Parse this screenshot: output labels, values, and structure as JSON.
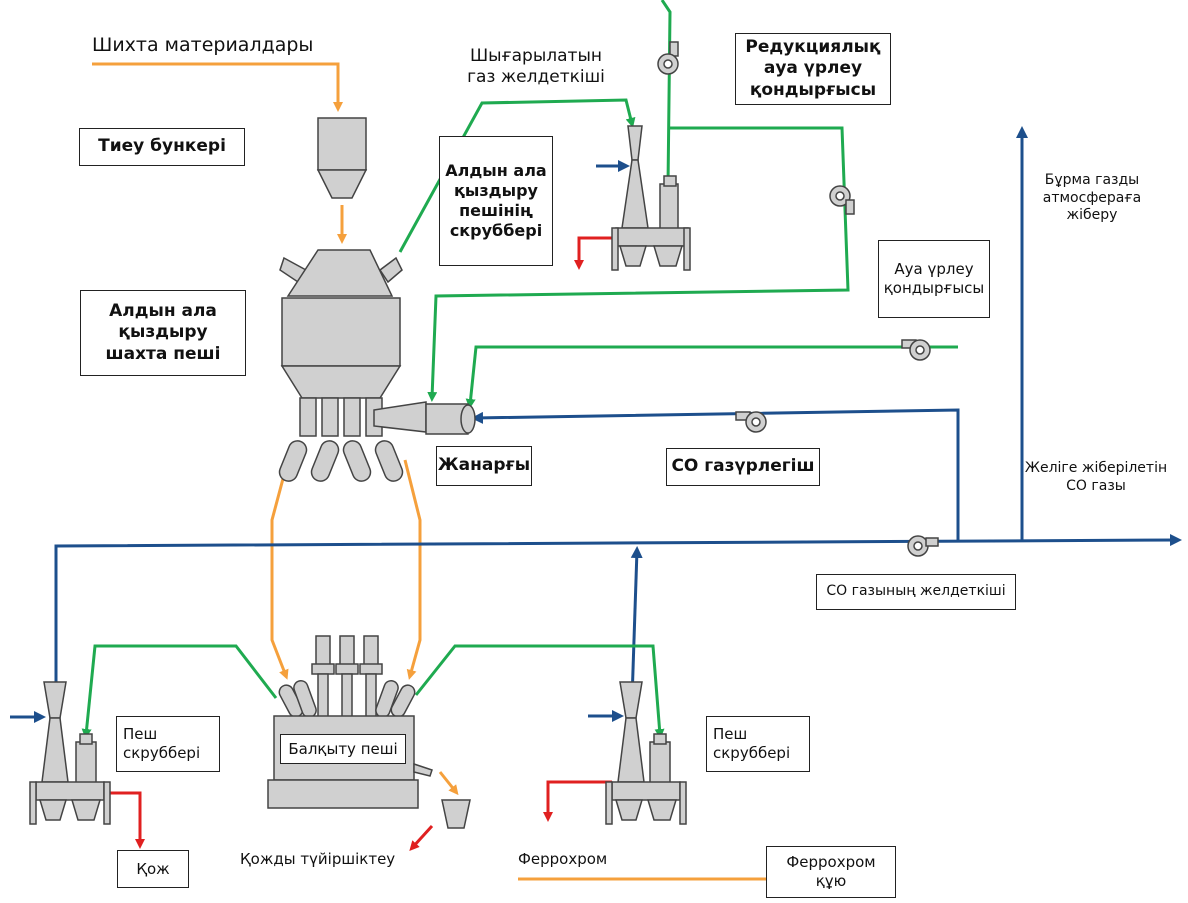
{
  "labels": {
    "charge_materials": "Шихта материалдары",
    "loading_bunker": "Тиеу бункері",
    "preheat_shaft_furnace": "Алдын ала\nқыздыру\nшахта пеші",
    "exhaust_gas_fan": "Шығарылатын\nгаз желдеткіші",
    "preheat_scrubber": "Алдын ала\nқыздыру\nпешінің\nскрубберi",
    "reduction_blower": "Редукциялық\nауа үрлеу\nқондырғысы",
    "flare_to_atmosphere": "Бұрма газды\nатмосфераға\nжіберу",
    "air_blower": "Ауа үрлеу\nқондырғысы",
    "burner": "Жанарғы",
    "co_blower": "CO газүрлегіш",
    "co_to_network": "Желіге жіберілетін\nCO газы",
    "co_gas_fan": "CO газының желдеткіші",
    "furnace_scrubber_left": "Пеш\nскрубберi",
    "smelting_furnace": "Балқыту пеші",
    "furnace_scrubber_right": "Пеш\nскрубберi",
    "slag": "Қож",
    "slag_granulation": "Қожды түйіршіктеу",
    "ferrochrome": "Феррохром",
    "ferrochrome_casting": "Феррохром\nқұю"
  },
  "colors": {
    "green_gas": "#1faa50",
    "blue_co_gas": "#1d4f8c",
    "orange_material": "#f5a03c",
    "red_discharge": "#e02020",
    "equipment_fill": "#d0d0d0",
    "equipment_dark": "#9a9a9a"
  }
}
